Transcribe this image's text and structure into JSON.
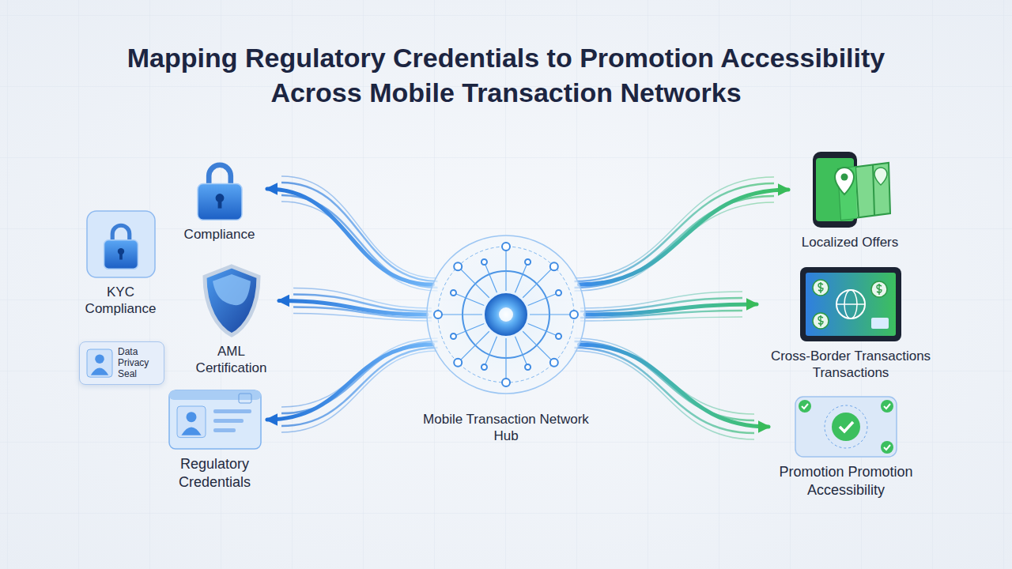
{
  "diagram": {
    "title": "Mapping Regulatory Credentials to Promotion Accessibility Across Mobile Transaction Networks",
    "nodes": [
      {
        "text": [
          "Compliance"
        ]
      },
      {
        "text": [
          "KYC Compliance"
        ]
      },
      {
        "text": [
          "AML Certification"
        ]
      },
      {
        "text": [
          "Data Privacy Seal"
        ]
      },
      {
        "text": [
          "Regulatory Credentials"
        ]
      },
      {
        "text": [
          "Mobile Transaction Network Hub"
        ]
      },
      {
        "text": [
          "Localized Offers"
        ]
      },
      {
        "text": [
          "Cross-Border Transactions Transactions"
        ]
      },
      {
        "text": [
          "Promotion Promotion Accessibility"
        ]
      }
    ],
    "edges": [
      {
        "from": 5,
        "to": 0,
        "arrow": "to"
      },
      {
        "from": 5,
        "to": 2,
        "arrow": "to"
      },
      {
        "from": 5,
        "to": 4,
        "arrow": "to"
      },
      {
        "from": 5,
        "to": 6,
        "arrow": "to"
      },
      {
        "from": 5,
        "to": 7,
        "arrow": "to"
      },
      {
        "from": 5,
        "to": 8,
        "arrow": "to"
      }
    ]
  }
}
